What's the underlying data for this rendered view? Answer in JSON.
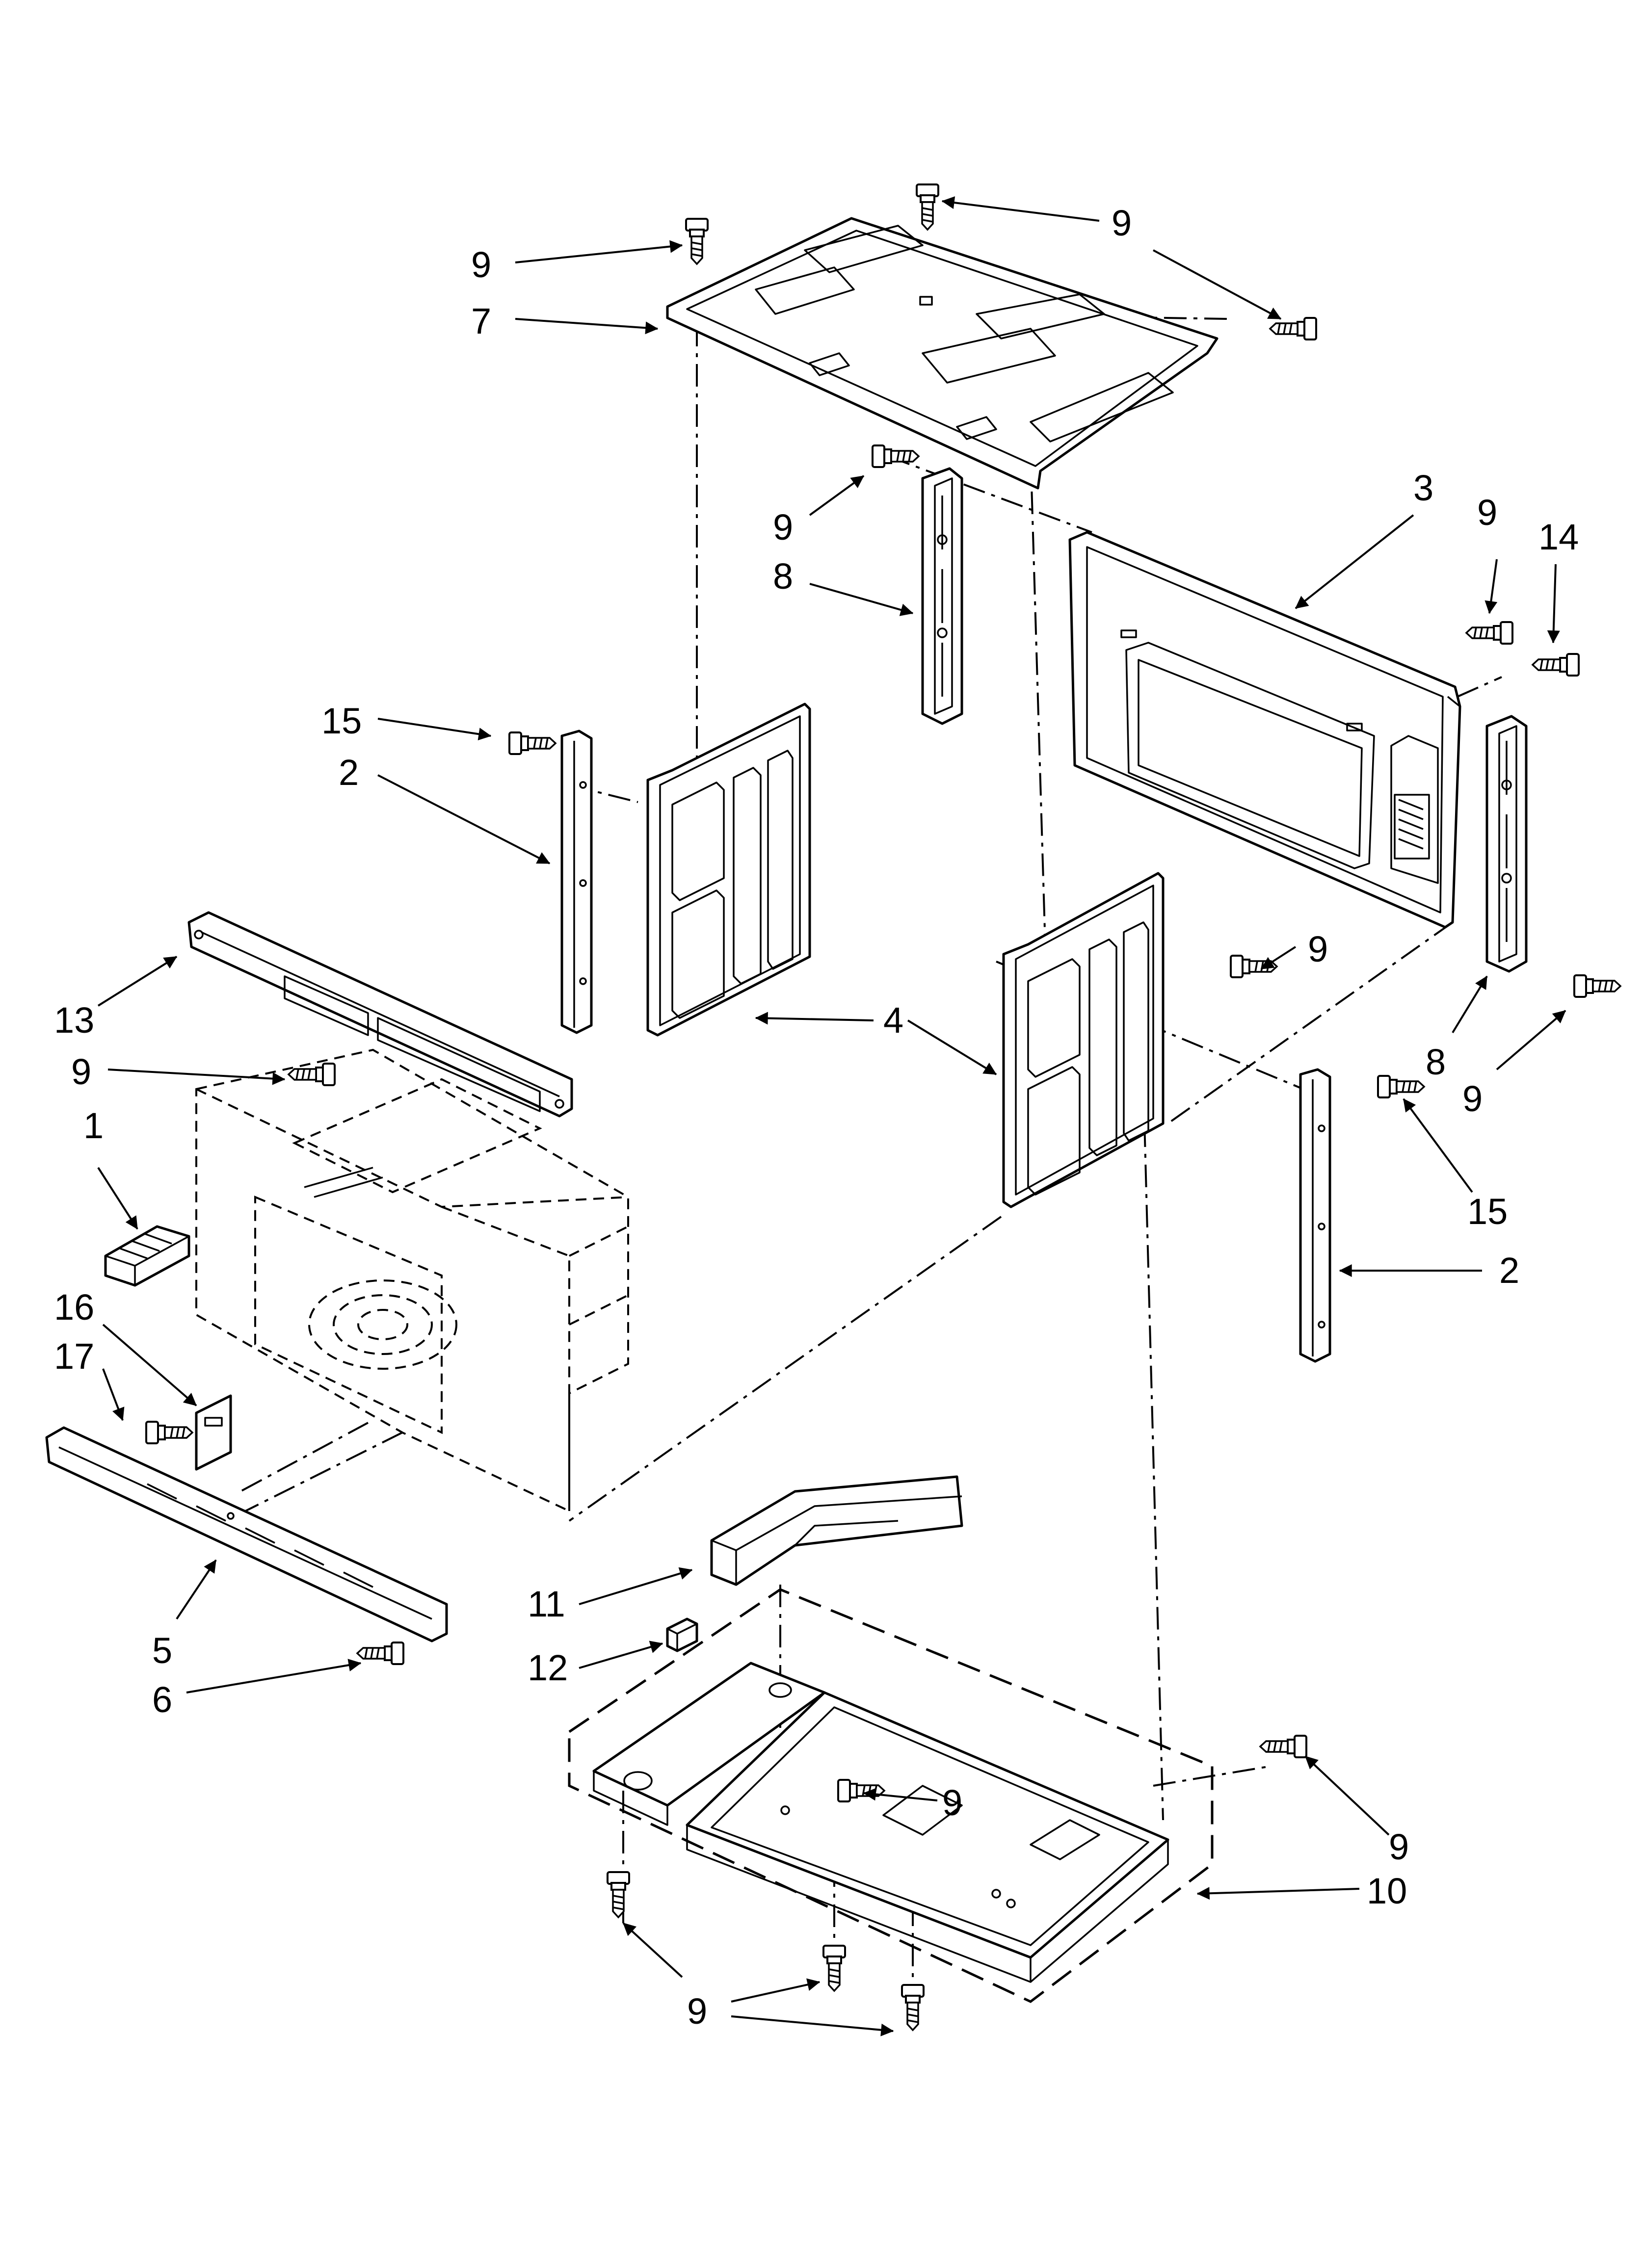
{
  "diagram": {
    "callouts": {
      "c1": "1",
      "c2a": "2",
      "c2b": "2",
      "c3": "3",
      "c4": "4",
      "c5": "5",
      "c6": "6",
      "c7": "7",
      "c8a": "8",
      "c8b": "8",
      "c9_top_left": "9",
      "c9_top_right": "9",
      "c9_mid": "9",
      "c9_right_top": "9",
      "c9_center": "9",
      "c9_right_low": "9",
      "c9_left": "9",
      "c9_base": "9",
      "c9_right_base": "9",
      "c9_bottom": "9",
      "c10": "10",
      "c11": "11",
      "c12": "12",
      "c13": "13",
      "c14": "14",
      "c15a": "15",
      "c15b": "15",
      "c16": "16",
      "c17": "17"
    }
  }
}
